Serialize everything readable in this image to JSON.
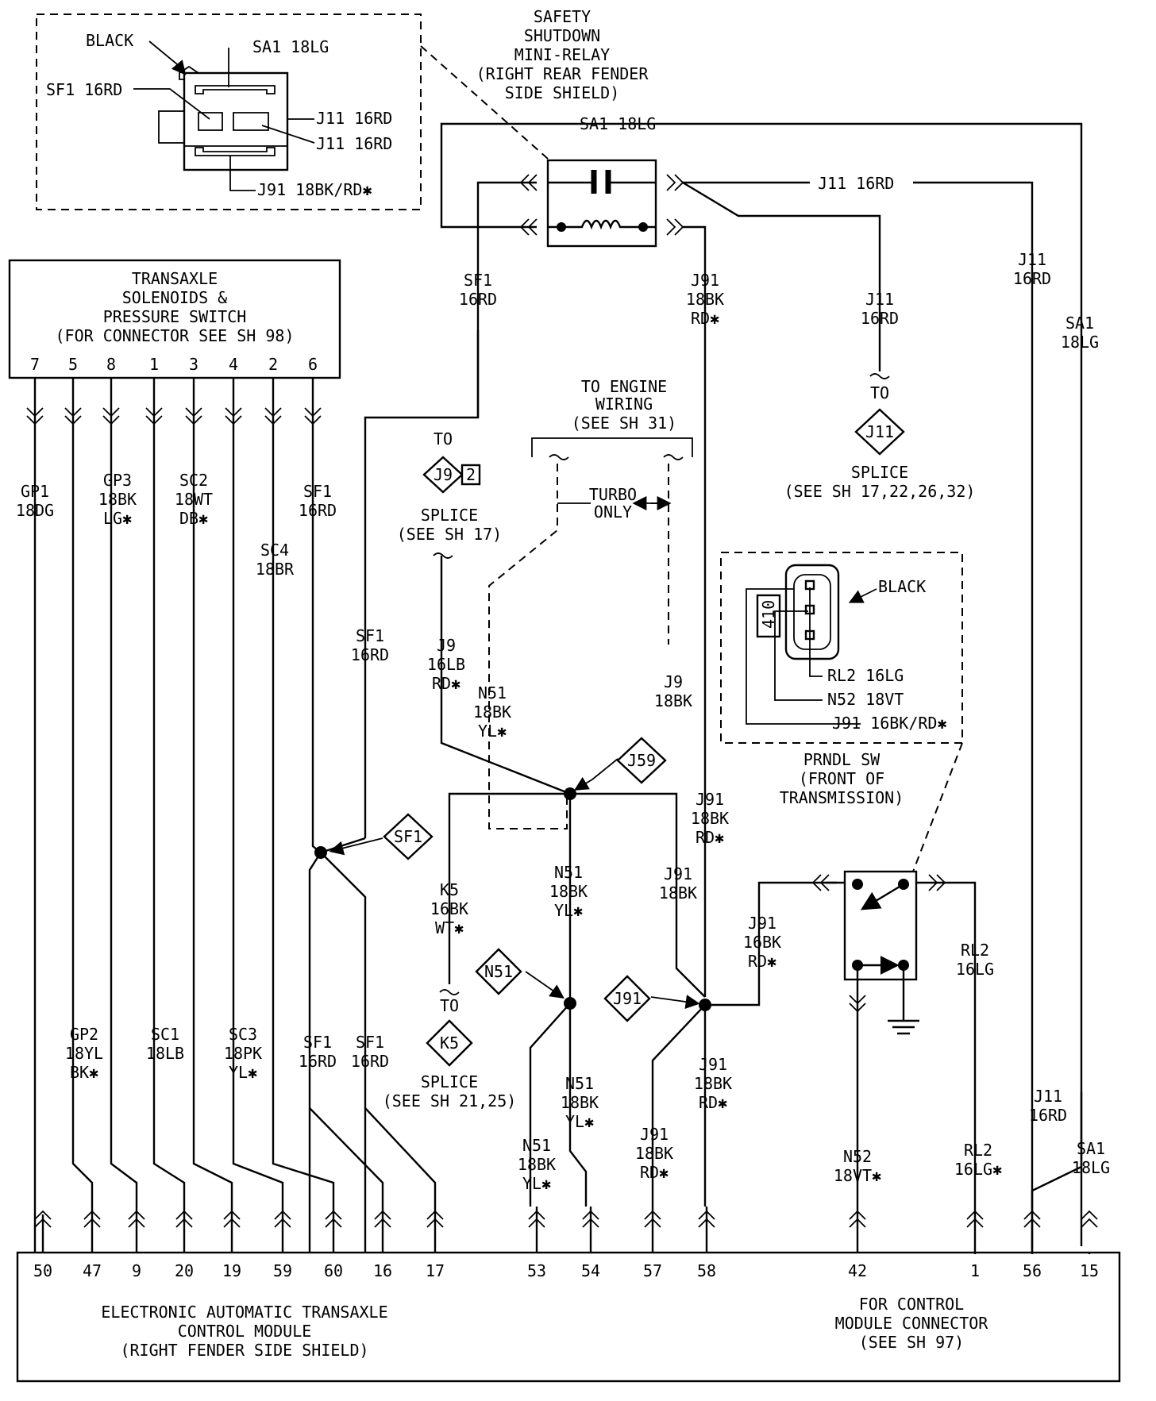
{
  "relay_inset": {
    "black": "BLACK",
    "sf1": "SF1 16RD",
    "sa1": "SA1 18LG",
    "j11a": "J11 16RD",
    "j11b": "J11 16RD",
    "j91": "J91 18BK/RD✱"
  },
  "relay": {
    "l1": "SAFETY",
    "l2": "SHUTDOWN",
    "l3": "MINI-RELAY",
    "l4": "(RIGHT REAR FENDER",
    "l5": "SIDE SHIELD)"
  },
  "solenoids": {
    "l1": "TRANSAXLE",
    "l2": "SOLENOIDS &",
    "l3": "PRESSURE SWITCH",
    "l4": "(FOR CONNECTOR SEE SH 98)",
    "pins": [
      "7",
      "5",
      "8",
      "1",
      "3",
      "4",
      "2",
      "6"
    ]
  },
  "engine": {
    "l1": "TO ENGINE",
    "l2": "WIRING",
    "l3": "(SEE SH 31)",
    "turbo1": "TURBO",
    "turbo2": "ONLY"
  },
  "splices": {
    "j9_to": "TO",
    "j9": "J9",
    "j9_2": "2",
    "j9_l1": "SPLICE",
    "j9_l2": "(SEE SH 17)",
    "j11_to": "TO",
    "j11": "J11",
    "j11_l1": "SPLICE",
    "j11_l2": "(SEE SH 17,22,26,32)",
    "k5_to": "TO",
    "k5": "K5",
    "k5_l1": "SPLICE",
    "k5_l2": "(SEE SH 21,25)",
    "j59": "J59",
    "sf1": "SF1",
    "n51": "N51",
    "j91": "J91"
  },
  "prndl": {
    "black": "BLACK",
    "num": "410",
    "rl2": "RL2  16LG",
    "n52": "N52  18VT",
    "j91": "J91  16BK/RD✱",
    "l1": "PRNDL SW",
    "l2": "(FRONT OF",
    "l3": "TRANSMISSION)"
  },
  "wires": {
    "sa1_top": "SA1  18LG",
    "j11_top": "J11  16RD",
    "gp1": [
      "GP1",
      "18DG"
    ],
    "gp3": [
      "GP3",
      "18BK",
      "LG✱"
    ],
    "sc2": [
      "SC2",
      "18WT",
      "DB✱"
    ],
    "sc4": [
      "SC4",
      "18BR"
    ],
    "sf1_sol": [
      "SF1",
      "16RD"
    ],
    "sf1_relay": [
      "SF1",
      "16RD"
    ],
    "sf1_mid": [
      "SF1",
      "16RD"
    ],
    "j91_relay": [
      "J91",
      "18BK",
      "RD✱"
    ],
    "j11_right": [
      "J11",
      "16RD"
    ],
    "j11_tail": [
      "J11",
      "16RD"
    ],
    "sa1_right": [
      "SA1",
      "18LG"
    ],
    "j9": [
      "J9",
      "16LB",
      "RD✱"
    ],
    "n51_up": [
      "N51",
      "18BK",
      "YL✱"
    ],
    "j9_18bk": [
      "J9",
      "18BK"
    ],
    "j91_mid": [
      "J91",
      "18BK",
      "RD✱"
    ],
    "k5": [
      "K5",
      "16BK",
      "WT✱"
    ],
    "n51_mid": [
      "N51",
      "18BK",
      "YL✱"
    ],
    "j91_18bk": [
      "J91",
      "18BK"
    ],
    "j91_16bk": [
      "J91",
      "16BK",
      "RD✱"
    ],
    "rl2": [
      "RL2",
      "16LG"
    ],
    "gp2": [
      "GP2",
      "18YL",
      "BK✱"
    ],
    "sc1": [
      "SC1",
      "18LB"
    ],
    "sc3": [
      "SC3",
      "18PK",
      "YL✱"
    ],
    "sf1_b1": [
      "SF1",
      "16RD"
    ],
    "sf1_b2": [
      "SF1",
      "16RD"
    ],
    "n51_b1": [
      "N51",
      "18BK",
      "YL✱"
    ],
    "n51_b2": [
      "N51",
      "18BK",
      "YL✱"
    ],
    "j91_b1": [
      "J91",
      "18BK",
      "RD✱"
    ],
    "j91_b2": [
      "J91",
      "18BK",
      "RD✱"
    ],
    "n52": [
      "N52",
      "18VT✱"
    ],
    "rl2_b": [
      "RL2",
      "16LG✱"
    ],
    "j11_b": [
      "J11",
      "16RD"
    ],
    "sa1_b": [
      "SA1",
      "18LG"
    ]
  },
  "module": {
    "pins": [
      "50",
      "47",
      "9",
      "20",
      "19",
      "59",
      "60",
      "16",
      "17",
      "53",
      "54",
      "57",
      "58",
      "42",
      "1",
      "56",
      "15"
    ],
    "l1": "ELECTRONIC AUTOMATIC TRANSAXLE",
    "l2": "CONTROL MODULE",
    "l3": "(RIGHT FENDER SIDE SHIELD)",
    "r1": "FOR CONTROL",
    "r2": "MODULE CONNECTOR",
    "r3": "(SEE SH 97)"
  }
}
